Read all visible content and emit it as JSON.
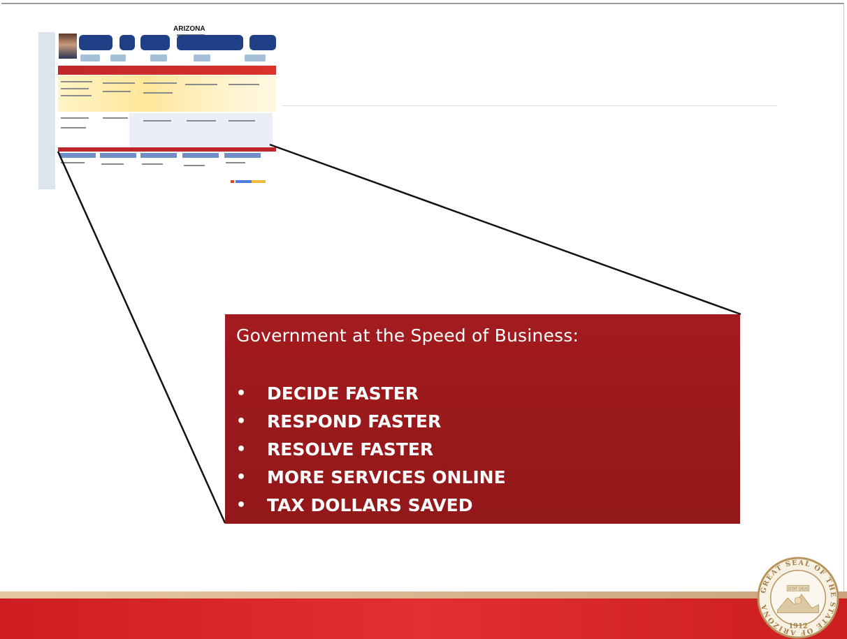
{
  "thumbnail": {
    "title": "ARIZONA"
  },
  "callout": {
    "heading": "Government at the Speed of Business:",
    "bullet_glyph": "•",
    "bullets": [
      "DECIDE FASTER",
      "RESPOND FASTER",
      "RESOLVE FASTER",
      "MORE SERVICES ONLINE",
      "TAX DOLLARS SAVED"
    ]
  },
  "seal": {
    "outer_text": "GREAT SEAL OF THE STATE OF ARIZONA",
    "banner_text": "DITAT DEUS",
    "year": "1912"
  },
  "colors": {
    "callout_red": "#9d1a1c",
    "footer_red": "#d6282a",
    "footer_gold": "#d9b48f",
    "seal_gold": "#c9a66b"
  }
}
